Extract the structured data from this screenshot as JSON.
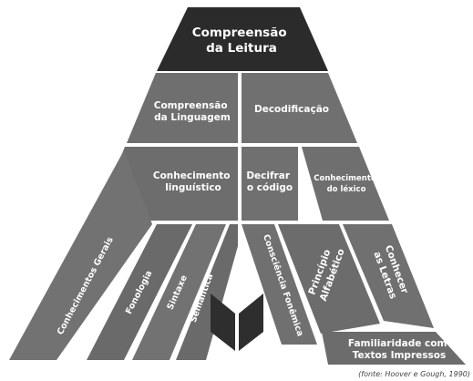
{
  "top": {
    "line1": "Compreensão",
    "line2": "da Leitura"
  },
  "level2": {
    "language": {
      "line1": "Compreensão",
      "line2": "da Linguagem"
    },
    "decoding": {
      "label": "Decodificação"
    }
  },
  "level3": {
    "linguistic": {
      "line1": "Conhecimento",
      "line2": "linguístico"
    },
    "decipher": {
      "line1": "Decifrar",
      "line2": "o código"
    },
    "lexicon": {
      "line1": "Conhecimento",
      "line2": "do léxico"
    }
  },
  "left_strands": [
    {
      "label": "Conhecimentos Gerais"
    },
    {
      "label": "Fonologia"
    },
    {
      "label": "Sintaxe"
    },
    {
      "label": "Semântica"
    }
  ],
  "right_strands": {
    "phonemic": {
      "label": "Consciência Fonêmica"
    },
    "alphabetic": {
      "line1": "Princípio",
      "line2": "Alfabético"
    },
    "letters": {
      "line1": "Conhecer",
      "line2": "as Letras"
    },
    "print": {
      "line1": "Familiaridade com",
      "line2": "Textos Impressos"
    }
  },
  "source": "(fonte:  Hoover e Gough, 1990)",
  "colors": {
    "top": "#2b2b2b",
    "tile": "#707070",
    "tile_dark": "#5a5a5a",
    "book": "#2e2e2e",
    "divider": "#ffffff"
  },
  "icons": [
    "book-icon"
  ]
}
